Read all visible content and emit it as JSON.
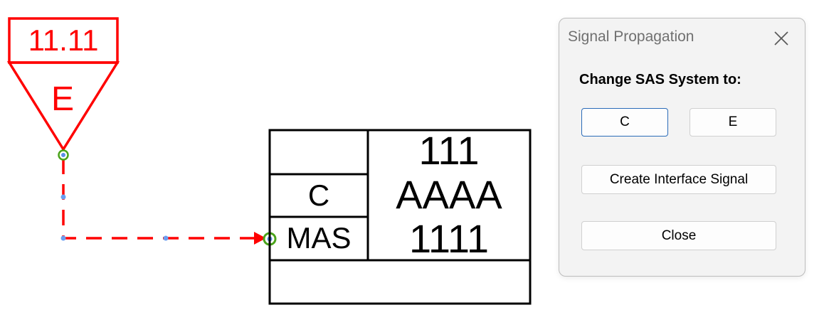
{
  "diagram": {
    "signal_tag": {
      "value": "11.11",
      "system": "E",
      "color": "#ff0000"
    },
    "block": {
      "system_cell": "C",
      "type_cell": "MAS",
      "lines": [
        "111",
        "AAAA",
        "1111"
      ]
    },
    "connection": {
      "style": "dashed",
      "color": "#ff0000",
      "arrow": "arrow-right"
    },
    "colors": {
      "node_outer": "#4aa31a",
      "node_inner": "#5a8fe6",
      "vertex": "#6a9ef0"
    }
  },
  "dialog": {
    "title": "Signal Propagation",
    "prompt": "Change SAS System to:",
    "buttons": {
      "c": "C",
      "e": "E",
      "create": "Create Interface Signal",
      "close": "Close"
    },
    "focused_button": "C",
    "accent": "#2b6cb8"
  }
}
